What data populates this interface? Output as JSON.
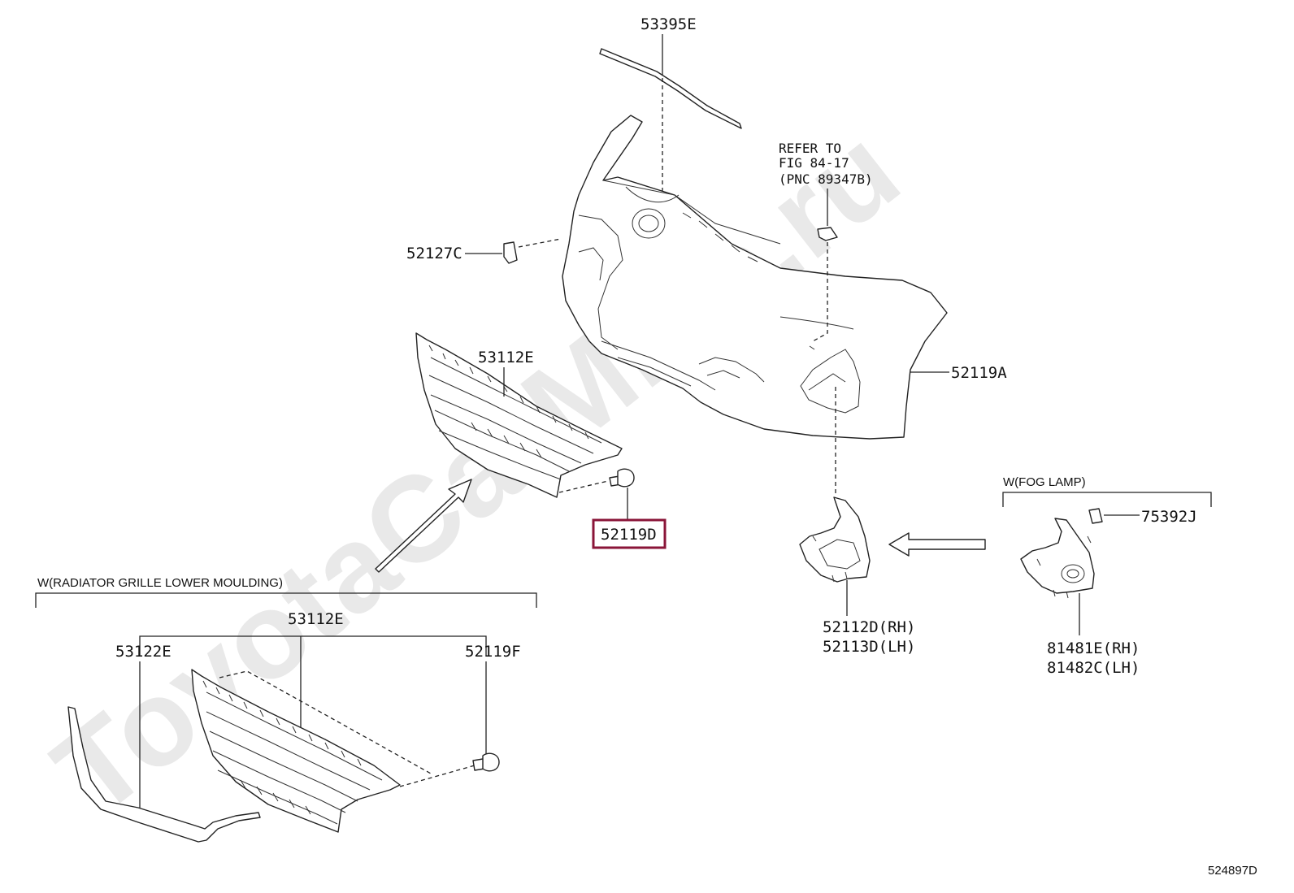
{
  "diagram": {
    "ref_code": "524897D",
    "watermark": "ToyotaCarMine.ru",
    "highlight_color": "#8a1538",
    "refer_note": [
      "REFER TO",
      "FIG 84-17",
      "(PNC 89347B)"
    ],
    "groups": {
      "radiator": "W(RADIATOR GRILLE LOWER MOULDING)",
      "fog": "W(FOG LAMP)"
    },
    "parts": {
      "p53395E": "53395E",
      "p52127C": "52127C",
      "p53112E_main": "53112E",
      "p52119A": "52119A",
      "p52119D": "52119D",
      "p53112E_sub": "53112E",
      "p53122E": "53122E",
      "p52119F": "52119F",
      "p52112D": "52112D(RH)",
      "p52113D": "52113D(LH)",
      "p75392J": "75392J",
      "p81481E": "81481E(RH)",
      "p81482C": "81482C(LH)"
    }
  }
}
